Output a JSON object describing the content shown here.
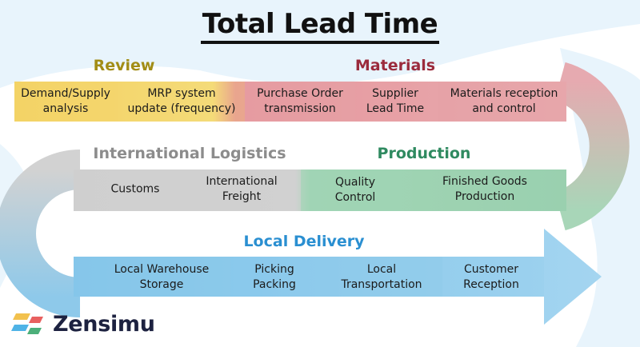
{
  "title": "Total Lead Time",
  "brand": {
    "name": "Zensimu",
    "logo_colors": [
      "#f2c14e",
      "#e8605f",
      "#4fb3e6",
      "#4caf7a"
    ]
  },
  "stages": [
    {
      "name": "Review",
      "color": "#a28d16",
      "band_color": "#f4d66b",
      "steps": [
        "Demand/Supply\nanalysis",
        "MRP system\nupdate (frequency)"
      ]
    },
    {
      "name": "Materials",
      "color": "#9b2b3c",
      "band_color": "#e6a1a6",
      "steps": [
        "Purchase Order\ntransmission",
        "Supplier\nLead Time",
        "Materials reception\nand control"
      ]
    },
    {
      "name": "Production",
      "color": "#2f8a60",
      "band_color": "#9ed4b4",
      "steps": [
        "Quality\nControl",
        "Finished Goods\nProduction"
      ]
    },
    {
      "name": "International Logistics",
      "color": "#8c8c8c",
      "band_color": "#d0d0d0",
      "steps": [
        "Customs",
        "International\nFreight"
      ]
    },
    {
      "name": "Local Delivery",
      "color": "#2a8fd1",
      "band_color": "#8ecbea",
      "steps": [
        "Local Warehouse\nStorage",
        "Picking\nPacking",
        "Local\nTransportation",
        "Customer\nReception"
      ]
    }
  ]
}
